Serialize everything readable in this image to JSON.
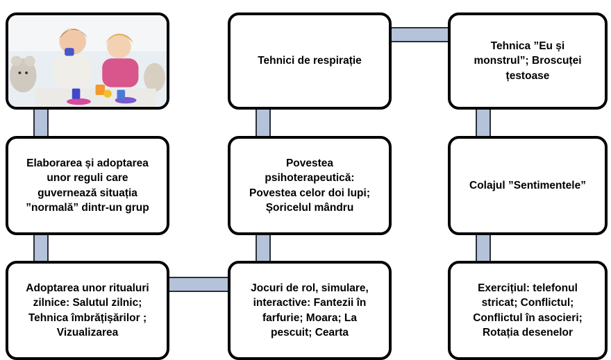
{
  "diagram": {
    "boxes": {
      "c1r2": "Elaborarea și adoptarea\nunor reguli care\nguvernează situația\n”normală” dintr-un grup",
      "c1r3": "Adoptarea unor ritualuri\nzilnice:  Salutul zilnic;\nTehnica îmbrățișărilor ;\nVizualizarea",
      "c2r1": "Tehnici de respirație",
      "c2r2": "Povestea\npsihoterapeutică:\nPovestea celor doi lupi;\nȘoricelul mândru",
      "c2r3": "Jocuri  de rol, simulare,\ninteractive:  Fantezii în\nfarfurie; Moara; La\npescuit; Cearta",
      "c3r1": "Tehnica ”Eu și\nmonstrul”; Broscuței\nțestoase",
      "c3r2": "Colajul  ”Sentimentele”",
      "c3r3": "Exercițiul: telefonul\nstricat; Conflictul;\nConflictul în asocieri;\nRotația desenelor"
    },
    "photo_icon": "children-playing-photo",
    "colors": {
      "connector": "#b4c3d9",
      "border": "#000000"
    }
  }
}
